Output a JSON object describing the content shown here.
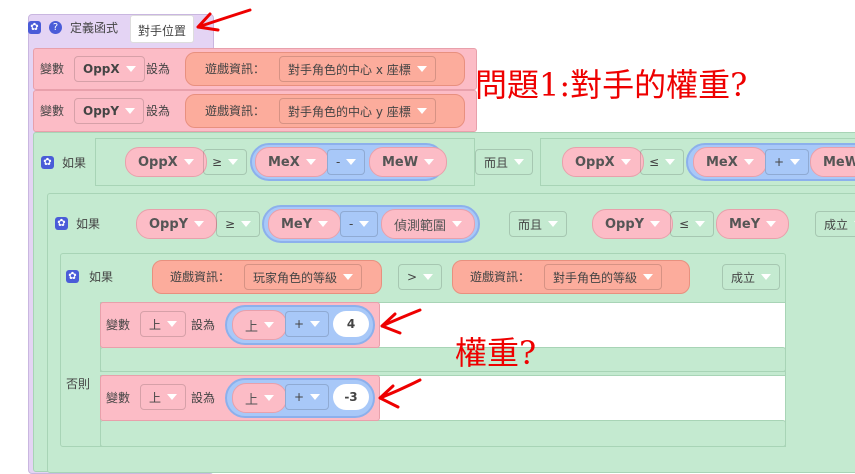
{
  "function": {
    "label": "定義函式",
    "name": "對手位置"
  },
  "set_rows": [
    {
      "kw": "變數",
      "var": "OppX",
      "to": "設為",
      "info": "遊戲資訊：",
      "field": "對手角色的中心 x 座標"
    },
    {
      "kw": "變數",
      "var": "OppY",
      "to": "設為",
      "info": "遊戲資訊：",
      "field": "對手角色的中心 y 座標"
    }
  ],
  "if1": {
    "kw": "如果",
    "a": "OppX",
    "cmp": "≥",
    "b1": "MeX",
    "bop": "-",
    "b2": "MeW",
    "and": "而且",
    "c": "OppX",
    "cmp2": "≤",
    "d1": "MeX",
    "dop": "+",
    "d2": "MeW"
  },
  "if2": {
    "kw": "如果",
    "a": "OppY",
    "cmp": "≥",
    "b1": "MeY",
    "bop": "-",
    "b2": "偵測範圍",
    "and": "而且",
    "c": "OppY",
    "cmp2": "≤",
    "d": "MeY",
    "holds": "成立"
  },
  "if3": {
    "kw": "如果",
    "info1": "遊戲資訊：",
    "field1": "玩家角色的等級",
    "cmp": ">",
    "info2": "遊戲資訊：",
    "field2": "對手角色的等級",
    "holds": "成立"
  },
  "then": {
    "kw": "變數",
    "var": "上",
    "to": "設為",
    "a": "上",
    "op": "+",
    "n": "4"
  },
  "else_label": "否則",
  "else": {
    "kw": "變數",
    "var": "上",
    "to": "設為",
    "a": "上",
    "op": "+",
    "n": "-3"
  },
  "annotations": {
    "q1": "問題1:對手的權重?",
    "q2": "權重?"
  },
  "colors": {
    "function": "#e4d4f4",
    "set": "#fcbcc6",
    "logic": "#c4ead0",
    "info": "#fcac9c",
    "math": "#a8c8f8",
    "annotation": "#ee0000"
  }
}
